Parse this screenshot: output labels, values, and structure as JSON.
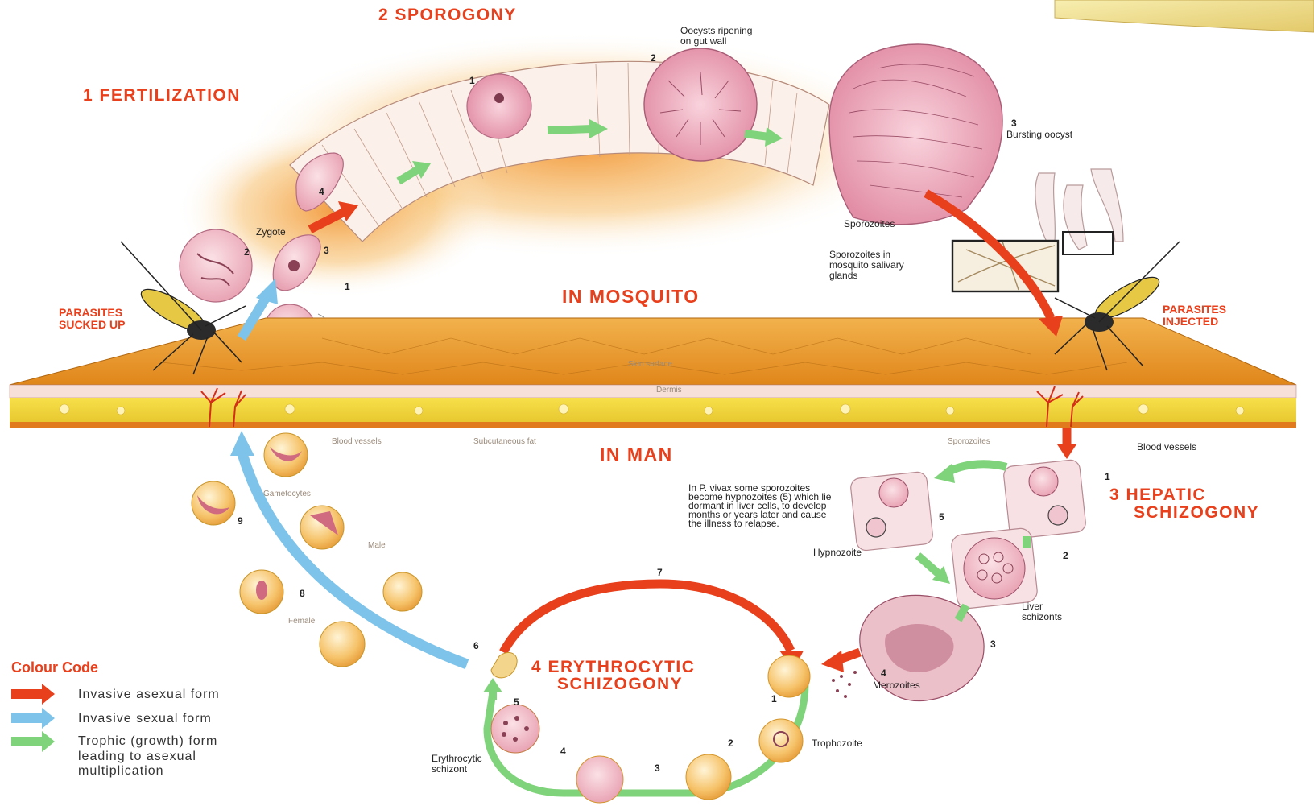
{
  "titles": {
    "fertilization": "1  FERTILIZATION",
    "sporogony": "2  SPOROGONY",
    "hepatic_1": "3  HEPATIC",
    "hepatic_2": "SCHIZOGONY",
    "erythro_1": "4  ERYTHROCYTIC",
    "erythro_2": "SCHIZOGONY",
    "in_mosquito": "IN MOSQUITO",
    "in_man": "IN MAN",
    "sucked_1": "PARASITES",
    "sucked_2": "SUCKED UP",
    "injected_1": "PARASITES",
    "injected_2": "INJECTED"
  },
  "labels": {
    "oocysts_1": "Oocysts ripening",
    "oocysts_2": "on gut wall",
    "bursting_num": "3",
    "bursting": "Bursting oocyst",
    "sporozoites_top": "Sporozoites",
    "salivary_1": "Sporozoites in",
    "salivary_2": "mosquito salivary",
    "salivary_3": "glands",
    "zygote": "Zygote",
    "skin_surface": "Skin surface",
    "dermis": "Dermis",
    "blood_vessels_left": "Blood vessels",
    "subcutaneous": "Subcutaneous fat",
    "blood_vessels_right": "Blood vessels",
    "sporozoites_bottom": "Sporozoites",
    "hypno_note_1": "In P. vivax some sporozoites",
    "hypno_note_2": "become hypnozoites (5) which lie",
    "hypno_note_3": "dormant in liver cells, to develop",
    "hypno_note_4": "months or years later and cause",
    "hypno_note_5": "the illness to relapse.",
    "hypnozoite": "Hypnozoite",
    "liver_schizonts_1": "Liver",
    "liver_schizonts_2": "schizonts",
    "merozoites": "Merozoites",
    "trophozoite": "Trophozoite",
    "erythro_schizont_1": "Erythrocytic",
    "erythro_schizont_2": "schizont",
    "gametocytes": "Gametocytes",
    "male": "Male",
    "female": "Female"
  },
  "numbers": {
    "fert_1": "1",
    "fert_2": "2",
    "fert_3": "3",
    "fert_4": "4",
    "spor_1": "1",
    "spor_2": "2",
    "hep_1": "1",
    "hep_2": "2",
    "hep_3": "3",
    "hep_4": "4",
    "hep_5": "5",
    "ery_1": "1",
    "ery_2": "2",
    "ery_3": "3",
    "ery_4": "4",
    "ery_5": "5",
    "ery_6": "6",
    "ery_7": "7",
    "ery_8": "8",
    "ery_9": "9"
  },
  "legend": {
    "title": "Colour Code",
    "items": [
      {
        "color": "#e8401c",
        "line1": "Invasive asexual form",
        "line2": "",
        "line3": ""
      },
      {
        "color": "#7ec3ea",
        "line1": "Invasive sexual form",
        "line2": "",
        "line3": ""
      },
      {
        "color": "#7fd37a",
        "line1": "Trophic (growth) form",
        "line2": "leading to asexual",
        "line3": "multiplication"
      }
    ]
  },
  "colors": {
    "asexual": "#e8401c",
    "sexual": "#7ec3ea",
    "trophic": "#7fd37a",
    "skin": "#e89a2a",
    "heading": "#e8401c"
  }
}
